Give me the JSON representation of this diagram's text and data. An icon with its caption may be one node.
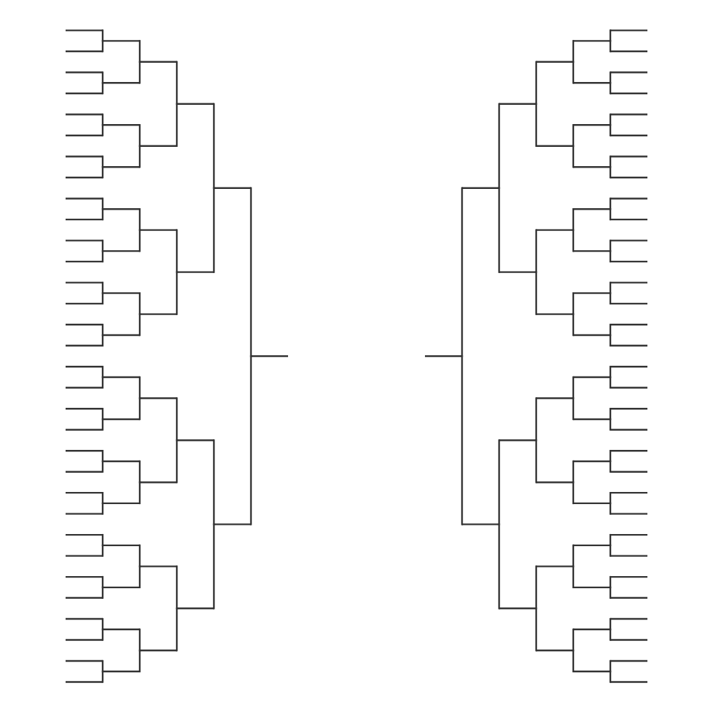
{
  "diagram": {
    "nodes": [
      {
        "text": [],
        "shape": "line"
      },
      {
        "text": [],
        "shape": "line"
      },
      {
        "text": [],
        "shape": "line"
      },
      {
        "text": [],
        "shape": "line"
      },
      {
        "text": [],
        "shape": "line"
      },
      {
        "text": [],
        "shape": "line"
      },
      {
        "text": [],
        "shape": "line"
      },
      {
        "text": [],
        "shape": "line"
      },
      {
        "text": [],
        "shape": "line"
      },
      {
        "text": [],
        "shape": "line"
      },
      {
        "text": [],
        "shape": "line"
      },
      {
        "text": [],
        "shape": "line"
      },
      {
        "text": [],
        "shape": "line"
      },
      {
        "text": [],
        "shape": "line"
      },
      {
        "text": [],
        "shape": "line"
      },
      {
        "text": [],
        "shape": "line"
      },
      {
        "text": [],
        "shape": "line"
      },
      {
        "text": [],
        "shape": "line"
      },
      {
        "text": [],
        "shape": "line"
      },
      {
        "text": [],
        "shape": "line"
      },
      {
        "text": [],
        "shape": "line"
      },
      {
        "text": [],
        "shape": "line"
      },
      {
        "text": [],
        "shape": "line"
      },
      {
        "text": [],
        "shape": "line"
      },
      {
        "text": [],
        "shape": "line"
      },
      {
        "text": [],
        "shape": "line"
      },
      {
        "text": [],
        "shape": "line"
      },
      {
        "text": [],
        "shape": "line"
      },
      {
        "text": [],
        "shape": "line"
      },
      {
        "text": [],
        "shape": "line"
      },
      {
        "text": [],
        "shape": "line"
      },
      {
        "text": [],
        "shape": "line"
      },
      {
        "text": [],
        "shape": "line"
      },
      {
        "text": [],
        "shape": "line"
      },
      {
        "text": [],
        "shape": "line"
      },
      {
        "text": [],
        "shape": "line"
      },
      {
        "text": [],
        "shape": "line"
      },
      {
        "text": [],
        "shape": "line"
      },
      {
        "text": [],
        "shape": "line"
      },
      {
        "text": [],
        "shape": "line"
      },
      {
        "text": [],
        "shape": "line"
      },
      {
        "text": [],
        "shape": "line"
      },
      {
        "text": [],
        "shape": "line"
      },
      {
        "text": [],
        "shape": "line"
      },
      {
        "text": [],
        "shape": "line"
      },
      {
        "text": [],
        "shape": "line"
      },
      {
        "text": [],
        "shape": "line"
      },
      {
        "text": [],
        "shape": "line"
      },
      {
        "text": [],
        "shape": "line"
      },
      {
        "text": [],
        "shape": "line"
      },
      {
        "text": [],
        "shape": "line"
      },
      {
        "text": [],
        "shape": "line"
      },
      {
        "text": [],
        "shape": "line"
      },
      {
        "text": [],
        "shape": "line"
      },
      {
        "text": [],
        "shape": "line"
      },
      {
        "text": [],
        "shape": "line"
      },
      {
        "text": [],
        "shape": "line"
      },
      {
        "text": [],
        "shape": "line"
      },
      {
        "text": [],
        "shape": "line"
      },
      {
        "text": [],
        "shape": "line"
      },
      {
        "text": [],
        "shape": "line"
      },
      {
        "text": [],
        "shape": "line"
      },
      {
        "text": [],
        "shape": "line"
      },
      {
        "text": [],
        "shape": "line"
      },
      {
        "text": [],
        "shape": "line"
      },
      {
        "text": [],
        "shape": "line"
      },
      {
        "text": [],
        "shape": "line"
      },
      {
        "text": [],
        "shape": "line"
      },
      {
        "text": [],
        "shape": "line"
      },
      {
        "text": [],
        "shape": "line"
      },
      {
        "text": [],
        "shape": "line"
      },
      {
        "text": [],
        "shape": "line"
      },
      {
        "text": [],
        "shape": "line"
      },
      {
        "text": [],
        "shape": "line"
      },
      {
        "text": [],
        "shape": "line"
      },
      {
        "text": [],
        "shape": "line"
      },
      {
        "text": [],
        "shape": "line"
      },
      {
        "text": [],
        "shape": "line"
      },
      {
        "text": [],
        "shape": "line"
      },
      {
        "text": [],
        "shape": "line"
      },
      {
        "text": [],
        "shape": "line"
      },
      {
        "text": [],
        "shape": "line"
      },
      {
        "text": [],
        "shape": "line"
      },
      {
        "text": [],
        "shape": "line"
      },
      {
        "text": [],
        "shape": "line"
      },
      {
        "text": [],
        "shape": "line"
      },
      {
        "text": [],
        "shape": "line"
      },
      {
        "text": [],
        "shape": "line"
      },
      {
        "text": [],
        "shape": "line"
      },
      {
        "text": [],
        "shape": "line"
      },
      {
        "text": [],
        "shape": "line"
      },
      {
        "text": [],
        "shape": "line"
      },
      {
        "text": [],
        "shape": "line"
      },
      {
        "text": [],
        "shape": "line"
      },
      {
        "text": [],
        "shape": "line"
      },
      {
        "text": [],
        "shape": "line"
      },
      {
        "text": [],
        "shape": "line"
      },
      {
        "text": [],
        "shape": "line"
      },
      {
        "text": [],
        "shape": "line"
      },
      {
        "text": [],
        "shape": "line"
      },
      {
        "text": [],
        "shape": "line"
      },
      {
        "text": [],
        "shape": "line"
      },
      {
        "text": [],
        "shape": "line"
      },
      {
        "text": [],
        "shape": "line"
      },
      {
        "text": [],
        "shape": "line"
      },
      {
        "text": [],
        "shape": "line"
      },
      {
        "text": [],
        "shape": "line"
      },
      {
        "text": [],
        "shape": "line"
      },
      {
        "text": [],
        "shape": "line"
      },
      {
        "text": [],
        "shape": "line"
      },
      {
        "text": [],
        "shape": "line"
      },
      {
        "text": [],
        "shape": "line"
      },
      {
        "text": [],
        "shape": "line"
      },
      {
        "text": [],
        "shape": "line"
      },
      {
        "text": [],
        "shape": "line"
      },
      {
        "text": [],
        "shape": "line"
      },
      {
        "text": [],
        "shape": "line"
      },
      {
        "text": [],
        "shape": "line"
      },
      {
        "text": [],
        "shape": "line"
      },
      {
        "text": [],
        "shape": "line"
      },
      {
        "text": [],
        "shape": "line"
      },
      {
        "text": [],
        "shape": "line"
      },
      {
        "text": [],
        "shape": "line"
      },
      {
        "text": [],
        "shape": "line"
      },
      {
        "text": [],
        "shape": "line"
      },
      {
        "text": [],
        "shape": "line"
      }
    ],
    "edges": [
      {
        "from": 0,
        "to": 32,
        "arrow": "none"
      },
      {
        "from": 1,
        "to": 32,
        "arrow": "none"
      },
      {
        "from": 2,
        "to": 33,
        "arrow": "none"
      },
      {
        "from": 3,
        "to": 33,
        "arrow": "none"
      },
      {
        "from": 4,
        "to": 34,
        "arrow": "none"
      },
      {
        "from": 5,
        "to": 34,
        "arrow": "none"
      },
      {
        "from": 6,
        "to": 35,
        "arrow": "none"
      },
      {
        "from": 7,
        "to": 35,
        "arrow": "none"
      },
      {
        "from": 8,
        "to": 36,
        "arrow": "none"
      },
      {
        "from": 9,
        "to": 36,
        "arrow": "none"
      },
      {
        "from": 10,
        "to": 37,
        "arrow": "none"
      },
      {
        "from": 11,
        "to": 37,
        "arrow": "none"
      },
      {
        "from": 12,
        "to": 38,
        "arrow": "none"
      },
      {
        "from": 13,
        "to": 38,
        "arrow": "none"
      },
      {
        "from": 14,
        "to": 39,
        "arrow": "none"
      },
      {
        "from": 15,
        "to": 39,
        "arrow": "none"
      },
      {
        "from": 16,
        "to": 40,
        "arrow": "none"
      },
      {
        "from": 17,
        "to": 40,
        "arrow": "none"
      },
      {
        "from": 18,
        "to": 41,
        "arrow": "none"
      },
      {
        "from": 19,
        "to": 41,
        "arrow": "none"
      },
      {
        "from": 20,
        "to": 42,
        "arrow": "none"
      },
      {
        "from": 21,
        "to": 42,
        "arrow": "none"
      },
      {
        "from": 22,
        "to": 43,
        "arrow": "none"
      },
      {
        "from": 23,
        "to": 43,
        "arrow": "none"
      },
      {
        "from": 24,
        "to": 44,
        "arrow": "none"
      },
      {
        "from": 25,
        "to": 44,
        "arrow": "none"
      },
      {
        "from": 26,
        "to": 45,
        "arrow": "none"
      },
      {
        "from": 27,
        "to": 45,
        "arrow": "none"
      },
      {
        "from": 28,
        "to": 46,
        "arrow": "none"
      },
      {
        "from": 29,
        "to": 46,
        "arrow": "none"
      },
      {
        "from": 30,
        "to": 47,
        "arrow": "none"
      },
      {
        "from": 31,
        "to": 47,
        "arrow": "none"
      },
      {
        "from": 32,
        "to": 48,
        "arrow": "none"
      },
      {
        "from": 33,
        "to": 48,
        "arrow": "none"
      },
      {
        "from": 34,
        "to": 49,
        "arrow": "none"
      },
      {
        "from": 35,
        "to": 49,
        "arrow": "none"
      },
      {
        "from": 36,
        "to": 50,
        "arrow": "none"
      },
      {
        "from": 37,
        "to": 50,
        "arrow": "none"
      },
      {
        "from": 38,
        "to": 51,
        "arrow": "none"
      },
      {
        "from": 39,
        "to": 51,
        "arrow": "none"
      },
      {
        "from": 40,
        "to": 52,
        "arrow": "none"
      },
      {
        "from": 41,
        "to": 52,
        "arrow": "none"
      },
      {
        "from": 42,
        "to": 53,
        "arrow": "none"
      },
      {
        "from": 43,
        "to": 53,
        "arrow": "none"
      },
      {
        "from": 44,
        "to": 54,
        "arrow": "none"
      },
      {
        "from": 45,
        "to": 54,
        "arrow": "none"
      },
      {
        "from": 46,
        "to": 55,
        "arrow": "none"
      },
      {
        "from": 47,
        "to": 55,
        "arrow": "none"
      },
      {
        "from": 48,
        "to": 56,
        "arrow": "none"
      },
      {
        "from": 49,
        "to": 56,
        "arrow": "none"
      },
      {
        "from": 50,
        "to": 57,
        "arrow": "none"
      },
      {
        "from": 51,
        "to": 57,
        "arrow": "none"
      },
      {
        "from": 52,
        "to": 58,
        "arrow": "none"
      },
      {
        "from": 53,
        "to": 58,
        "arrow": "none"
      },
      {
        "from": 54,
        "to": 59,
        "arrow": "none"
      },
      {
        "from": 55,
        "to": 59,
        "arrow": "none"
      },
      {
        "from": 56,
        "to": 60,
        "arrow": "none"
      },
      {
        "from": 57,
        "to": 60,
        "arrow": "none"
      },
      {
        "from": 58,
        "to": 61,
        "arrow": "none"
      },
      {
        "from": 59,
        "to": 61,
        "arrow": "none"
      },
      {
        "from": 60,
        "to": 62,
        "arrow": "none"
      },
      {
        "from": 61,
        "to": 62,
        "arrow": "none"
      },
      {
        "from": 64,
        "to": 63,
        "arrow": "none"
      },
      {
        "from": 65,
        "to": 63,
        "arrow": "none"
      },
      {
        "from": 66,
        "to": 64,
        "arrow": "none"
      },
      {
        "from": 67,
        "to": 64,
        "arrow": "none"
      },
      {
        "from": 68,
        "to": 65,
        "arrow": "none"
      },
      {
        "from": 69,
        "to": 65,
        "arrow": "none"
      },
      {
        "from": 70,
        "to": 66,
        "arrow": "none"
      },
      {
        "from": 71,
        "to": 66,
        "arrow": "none"
      },
      {
        "from": 72,
        "to": 67,
        "arrow": "none"
      },
      {
        "from": 73,
        "to": 67,
        "arrow": "none"
      },
      {
        "from": 74,
        "to": 68,
        "arrow": "none"
      },
      {
        "from": 75,
        "to": 68,
        "arrow": "none"
      },
      {
        "from": 76,
        "to": 69,
        "arrow": "none"
      },
      {
        "from": 77,
        "to": 69,
        "arrow": "none"
      },
      {
        "from": 78,
        "to": 70,
        "arrow": "none"
      },
      {
        "from": 79,
        "to": 70,
        "arrow": "none"
      },
      {
        "from": 80,
        "to": 71,
        "arrow": "none"
      },
      {
        "from": 81,
        "to": 71,
        "arrow": "none"
      },
      {
        "from": 82,
        "to": 72,
        "arrow": "none"
      },
      {
        "from": 83,
        "to": 72,
        "arrow": "none"
      },
      {
        "from": 84,
        "to": 73,
        "arrow": "none"
      },
      {
        "from": 85,
        "to": 73,
        "arrow": "none"
      },
      {
        "from": 86,
        "to": 74,
        "arrow": "none"
      },
      {
        "from": 87,
        "to": 74,
        "arrow": "none"
      },
      {
        "from": 88,
        "to": 75,
        "arrow": "none"
      },
      {
        "from": 89,
        "to": 75,
        "arrow": "none"
      },
      {
        "from": 90,
        "to": 76,
        "arrow": "none"
      },
      {
        "from": 91,
        "to": 76,
        "arrow": "none"
      },
      {
        "from": 92,
        "to": 77,
        "arrow": "none"
      },
      {
        "from": 93,
        "to": 77,
        "arrow": "none"
      },
      {
        "from": 94,
        "to": 78,
        "arrow": "none"
      },
      {
        "from": 95,
        "to": 78,
        "arrow": "none"
      },
      {
        "from": 96,
        "to": 79,
        "arrow": "none"
      },
      {
        "from": 97,
        "to": 79,
        "arrow": "none"
      },
      {
        "from": 98,
        "to": 80,
        "arrow": "none"
      },
      {
        "from": 99,
        "to": 80,
        "arrow": "none"
      },
      {
        "from": 100,
        "to": 81,
        "arrow": "none"
      },
      {
        "from": 101,
        "to": 81,
        "arrow": "none"
      },
      {
        "from": 102,
        "to": 82,
        "arrow": "none"
      },
      {
        "from": 103,
        "to": 82,
        "arrow": "none"
      },
      {
        "from": 104,
        "to": 83,
        "arrow": "none"
      },
      {
        "from": 105,
        "to": 83,
        "arrow": "none"
      },
      {
        "from": 106,
        "to": 84,
        "arrow": "none"
      },
      {
        "from": 107,
        "to": 84,
        "arrow": "none"
      },
      {
        "from": 108,
        "to": 85,
        "arrow": "none"
      },
      {
        "from": 109,
        "to": 85,
        "arrow": "none"
      },
      {
        "from": 110,
        "to": 86,
        "arrow": "none"
      },
      {
        "from": 111,
        "to": 86,
        "arrow": "none"
      },
      {
        "from": 112,
        "to": 87,
        "arrow": "none"
      },
      {
        "from": 113,
        "to": 87,
        "arrow": "none"
      },
      {
        "from": 114,
        "to": 88,
        "arrow": "none"
      },
      {
        "from": 115,
        "to": 88,
        "arrow": "none"
      },
      {
        "from": 116,
        "to": 89,
        "arrow": "none"
      },
      {
        "from": 117,
        "to": 89,
        "arrow": "none"
      },
      {
        "from": 118,
        "to": 90,
        "arrow": "none"
      },
      {
        "from": 119,
        "to": 90,
        "arrow": "none"
      },
      {
        "from": 120,
        "to": 91,
        "arrow": "none"
      },
      {
        "from": 121,
        "to": 91,
        "arrow": "none"
      },
      {
        "from": 122,
        "to": 92,
        "arrow": "none"
      },
      {
        "from": 123,
        "to": 92,
        "arrow": "none"
      },
      {
        "from": 124,
        "to": 93,
        "arrow": "none"
      },
      {
        "from": 125,
        "to": 93,
        "arrow": "none"
      }
    ]
  }
}
